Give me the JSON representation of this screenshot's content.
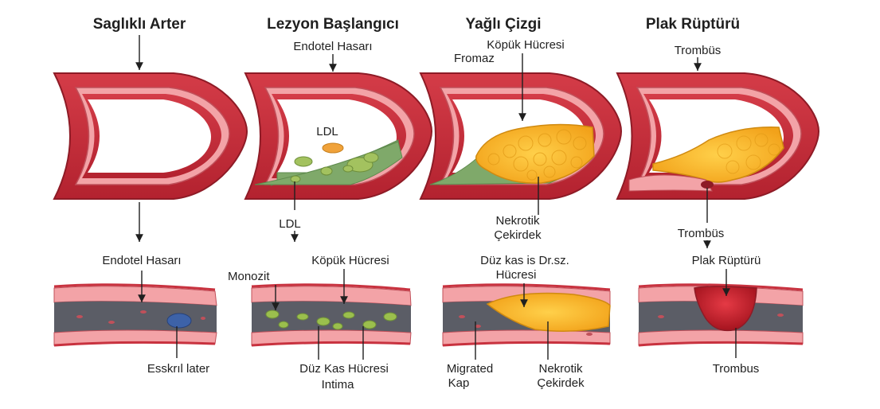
{
  "panels": [
    {
      "title": "Saglıklı Arter"
    },
    {
      "title": "Lezyon Başlangıcı"
    },
    {
      "title": "Yağlı Çizgi"
    },
    {
      "title": "Plak Rüptürü"
    }
  ],
  "top_labels": {
    "p1_bottom": "Endotel Hasarı",
    "p2_top": "Endotel Hasarı",
    "p2_ldl_inside": "LDL",
    "p2_ldl_below": "LDL",
    "p3_foam": "Köpük Hücresi",
    "p3_fromaz": "Fromaz",
    "p3_necrotic_line1": "Nekrotik",
    "p3_necrotic_line2": "Çekirdek",
    "p4_top": "Trombüs",
    "p4_below": "Trombüs"
  },
  "bottom_labels": {
    "b1_top": "Endotel Hasarı",
    "b1_bottom": "Esskrıl later",
    "b2_top": "Köpük Hücresi",
    "b2_monocyte": "Monozit",
    "b2_bottom_line1": "Düz Kas Hücresi",
    "b2_bottom_line2": "Intima",
    "b3_top_line1": "Düz kas is Dr.sz.",
    "b3_top_line2": "Hücresi",
    "b3_left_line1": "Migrated",
    "b3_left_line2": "Kap",
    "b3_right_line1": "Nekrotik",
    "b3_right_line2": "Çekirdek",
    "b4_top": "Plak Rüptürü",
    "b4_bottom": "Trombus"
  },
  "colors": {
    "vessel_red": "#c8323f",
    "vessel_dark": "#8e1b26",
    "intima_pink": "#f3a3a7",
    "lumen": "#ffffff",
    "plaque_green": "#7fa96a",
    "fat_yellow": "#f7b42c",
    "thrombus_red": "#c41f2d",
    "media_gray": "#5b5d66"
  }
}
